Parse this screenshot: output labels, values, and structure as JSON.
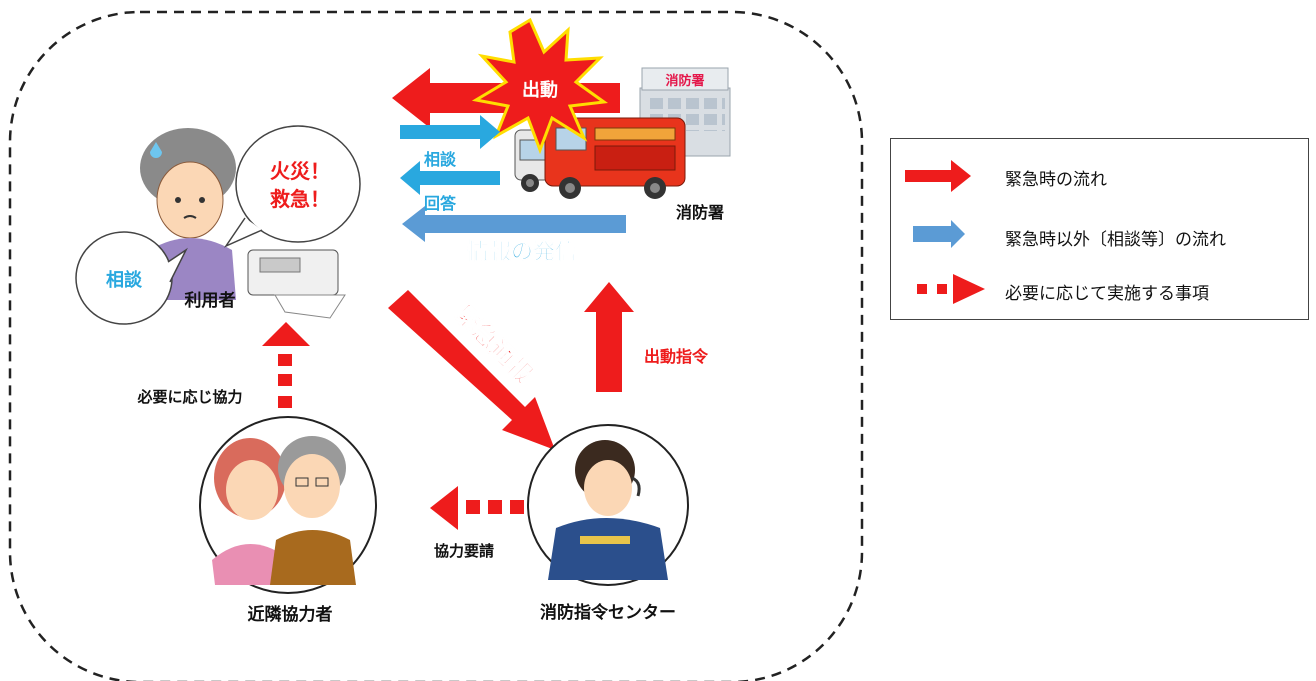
{
  "labels": {
    "dispatch": "出動",
    "fire_station_sign": "消防署",
    "consult_arrow": "相談",
    "answer_arrow": "回答",
    "fire_station": "消防署",
    "info_broadcast": "情報の発信",
    "speech_emergency_line1": "火災！",
    "speech_emergency_line2": "救急！",
    "speech_consult": "相談",
    "user": "利用者",
    "emergency_report": "緊急通報",
    "dispatch_order": "出動指令",
    "cooperate_as_needed": "必要に応じ協力",
    "cooperation_request": "協力要請",
    "neighbors": "近隣協力者",
    "command_center": "消防指令センター"
  },
  "legend": {
    "items": [
      {
        "label": "緊急時の流れ",
        "style": "solid-red"
      },
      {
        "label": "緊急時以外〔相談等〕の流れ",
        "style": "solid-blue"
      },
      {
        "label": "必要に応じて実施する事項",
        "style": "dashed-red"
      }
    ]
  },
  "colors": {
    "emergency_red": "#ee1c1c",
    "consult_blue": "#29a8df",
    "info_blue": "#5b9bd5",
    "legend_blue": "#5b9bd5",
    "border": "#222222"
  }
}
